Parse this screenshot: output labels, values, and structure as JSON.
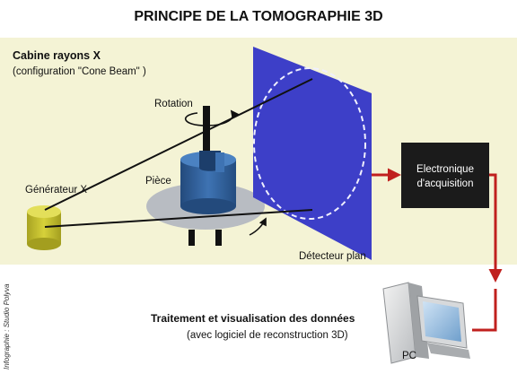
{
  "title": "PRINCIPE DE LA TOMOGRAPHIE 3D",
  "cabin": {
    "title": "Cabine rayons X",
    "subtitle": "(configuration \"Cone Beam\" )"
  },
  "labels": {
    "rotation": "Rotation",
    "piece": "Pièce",
    "generator": "Générateur X",
    "detector": "Détecteur plan",
    "electronics_line1": "Electronique",
    "electronics_line2": "d'acquisition",
    "treatment_title": "Traitement et visualisation des données",
    "treatment_subtitle": "(avec logiciel de reconstruction 3D)",
    "pc": "PC",
    "credit": "Infographie : Studio Polyva"
  },
  "colors": {
    "cabin_bg": "#f4f3d5",
    "detector_blue": "#3d3fc8",
    "piece_blue": "#2f5f9b",
    "turntable_gray": "#b8bcc2",
    "generator_yellow": "#c9c42c",
    "electronics_box": "#1b1b1b",
    "signal_red": "#c0201e",
    "ray_black": "#111111"
  },
  "icons": {
    "generator": "xray-generator-icon",
    "detector": "flat-panel-detector-icon",
    "piece": "sample-piece-icon",
    "computer": "desktop-pc-icon",
    "rotation": "rotation-arrow-icon"
  }
}
